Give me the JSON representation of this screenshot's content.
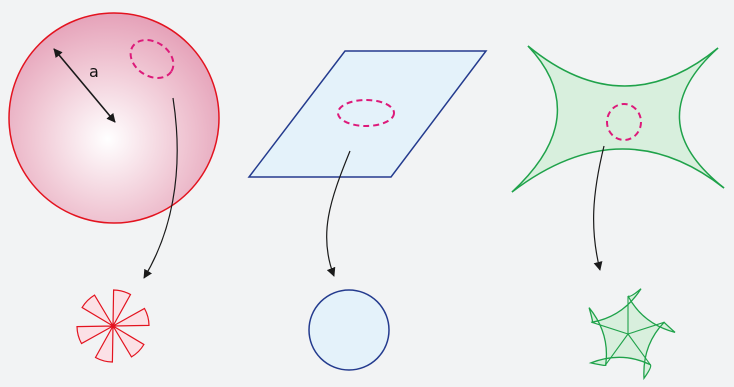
{
  "diagram": {
    "panels": [
      {
        "surface": "sphere",
        "radius_label": "a",
        "result": "angular-deficit-sector-star"
      },
      {
        "surface": "plane",
        "result": "flat-disk"
      },
      {
        "surface": "saddle",
        "result": "angular-excess-ruffled-disk"
      }
    ],
    "colors": {
      "background": "#f2f3f4",
      "sphere_stroke": "#e3131f",
      "sphere_fill": "#e8a8bd",
      "plane_stroke": "#243b8e",
      "plane_fill": "#e4f2fa",
      "saddle_stroke": "#1fa24a",
      "saddle_fill": "#d8efdd",
      "loop_dash": "#dd1a7a",
      "arrow": "#1a1a1a"
    }
  }
}
